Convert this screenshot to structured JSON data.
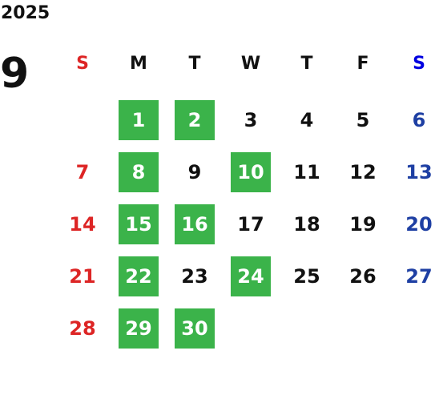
{
  "year": "2025",
  "month": "9",
  "colors": {
    "sunday": "#dd2525",
    "saturday": "#1e3fa3",
    "saturday_header": "#0000e0",
    "weekday": "#111111",
    "highlight": "#3bb34a"
  },
  "weekdays": [
    "S",
    "M",
    "T",
    "W",
    "T",
    "F",
    "S"
  ],
  "weeks": [
    [
      "",
      "1",
      "2",
      "3",
      "4",
      "5",
      "6"
    ],
    [
      "7",
      "8",
      "9",
      "10",
      "11",
      "12",
      "13"
    ],
    [
      "14",
      "15",
      "16",
      "17",
      "18",
      "19",
      "20"
    ],
    [
      "21",
      "22",
      "23",
      "24",
      "25",
      "26",
      "27"
    ],
    [
      "28",
      "29",
      "30",
      "",
      "",
      "",
      ""
    ]
  ],
  "highlighted_days": [
    "1",
    "2",
    "8",
    "10",
    "15",
    "16",
    "22",
    "24",
    "29",
    "30"
  ]
}
